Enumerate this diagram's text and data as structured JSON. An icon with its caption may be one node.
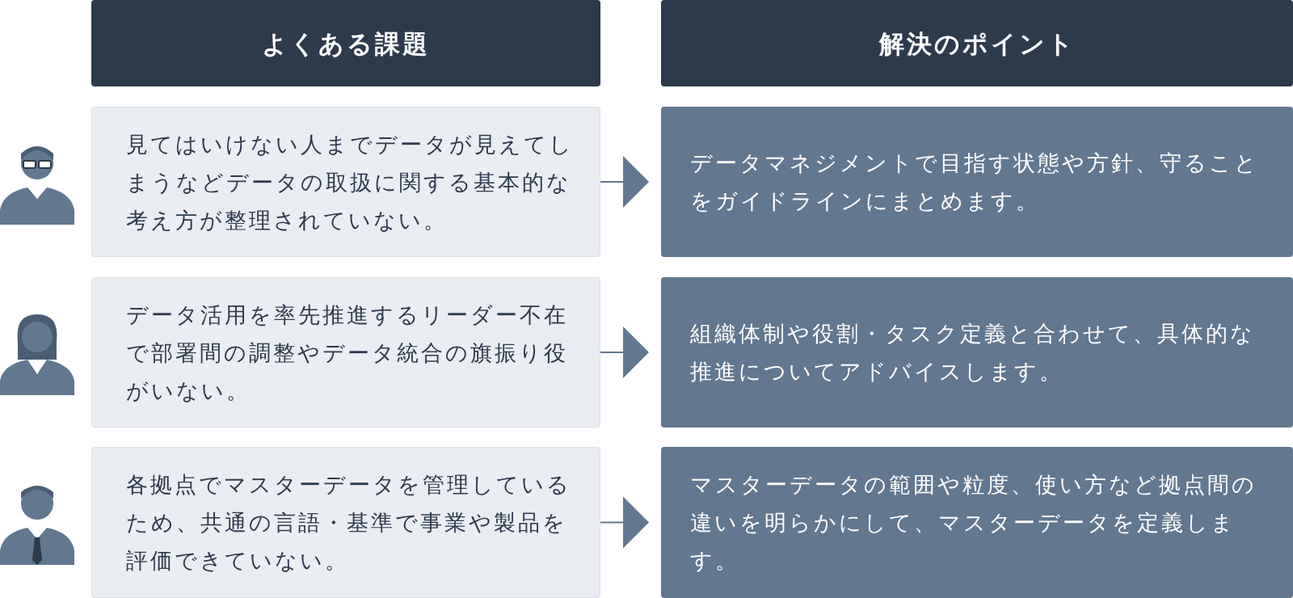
{
  "diagram": {
    "nodes": [
      {
        "text": [
          "よくある課題"
        ]
      },
      {
        "text": [
          "解決のポイント"
        ]
      },
      {
        "text": [
          "見てはいけない人までデータが見えてしまうなどデータの取扱に関する基本的な考え方が整理されていない。"
        ]
      },
      {
        "text": [
          "データマネジメントで目指す状態や方針、守ることをガイドラインにまとめます。"
        ]
      },
      {
        "text": [
          "データ活用を率先推進するリーダー不在で部署間の調整やデータ統合の旗振り役がいない。"
        ]
      },
      {
        "text": [
          "組織体制や役割・タスク定義と合わせて、具体的な推進についてアドバイスします。"
        ]
      },
      {
        "text": [
          "各拠点でマスターデータを管理しているため、共通の言語・基準で事業や製品を評価できていない。"
        ]
      },
      {
        "text": [
          "マスターデータの範囲や粒度、使い方など拠点間の違いを明らかにして、マスターデータを定義します。"
        ]
      }
    ],
    "edges": [
      {
        "from": 2,
        "to": 3,
        "arrow": "to"
      },
      {
        "from": 4,
        "to": 5,
        "arrow": "to"
      },
      {
        "from": 6,
        "to": 7,
        "arrow": "to"
      }
    ]
  }
}
